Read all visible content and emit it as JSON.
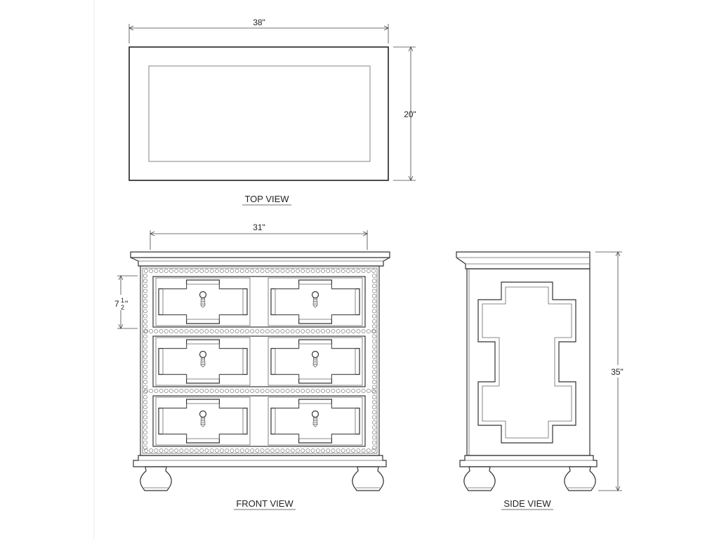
{
  "dimensions": {
    "top_width": "38\"",
    "top_depth": "20\"",
    "front_width": "31\"",
    "drawer_height_whole": "7",
    "drawer_height_num": "1",
    "drawer_height_den": "2",
    "drawer_height_unit": "\"",
    "total_height": "35\""
  },
  "views": {
    "top": "TOP VIEW",
    "front": "FRONT VIEW",
    "side": "SIDE VIEW"
  }
}
